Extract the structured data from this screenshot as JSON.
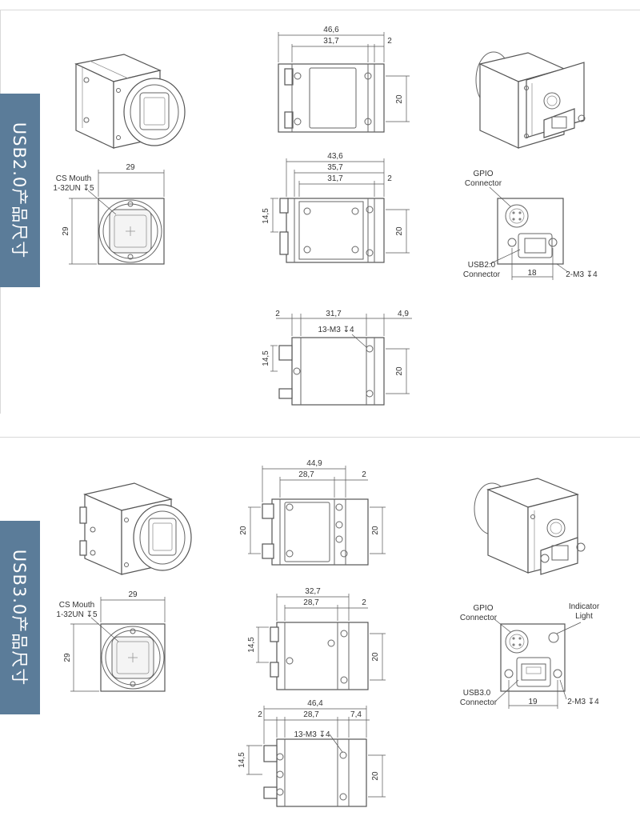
{
  "usb2": {
    "section_title": "USB2.0产品尺寸",
    "top_view": {
      "overall": "46,6",
      "body": "31,7",
      "rear": "2",
      "height": "20"
    },
    "side_view": {
      "overall": "43,6",
      "mid": "35,7",
      "body": "31,7",
      "rear": "2",
      "left_height": "14,5",
      "height": "20"
    },
    "bottom_view": {
      "front": "2",
      "body": "31,7",
      "rear": "4,9",
      "holes": "13-M3 ↧4",
      "left_height": "14,5",
      "height": "20"
    },
    "front_view": {
      "width": "29",
      "height": "29",
      "mount_label_1": "CS Mouth",
      "mount_label_2": "1-32UN ↧5"
    },
    "back_view": {
      "gpio_1": "GPIO",
      "gpio_2": "Connector",
      "usb_1": "USB2.0",
      "usb_2": "Connector",
      "spacing": "18",
      "holes": "2-M3 ↧4"
    }
  },
  "usb3": {
    "section_title": "USB3.0产品尺寸",
    "top_view": {
      "overall": "44,9",
      "body": "28,7",
      "rear": "2",
      "left_height": "20",
      "height": "20"
    },
    "side_view": {
      "overall": "32,7",
      "body": "28,7",
      "rear": "2",
      "left_height": "14,5",
      "height": "20"
    },
    "bottom_view": {
      "overall": "46,4",
      "front": "2",
      "body": "28,7",
      "rear": "7,4",
      "holes": "13-M3 ↧4",
      "left_height": "14,5",
      "height": "20"
    },
    "front_view": {
      "width": "29",
      "height": "29",
      "mount_label_1": "CS Mouth",
      "mount_label_2": "1-32UN ↧5"
    },
    "back_view": {
      "gpio_1": "GPIO",
      "gpio_2": "Connector",
      "indicator_1": "Indicator",
      "indicator_2": "Light",
      "usb_1": "USB3.0",
      "usb_2": "Connector",
      "spacing": "19",
      "holes": "2-M3 ↧4"
    }
  }
}
